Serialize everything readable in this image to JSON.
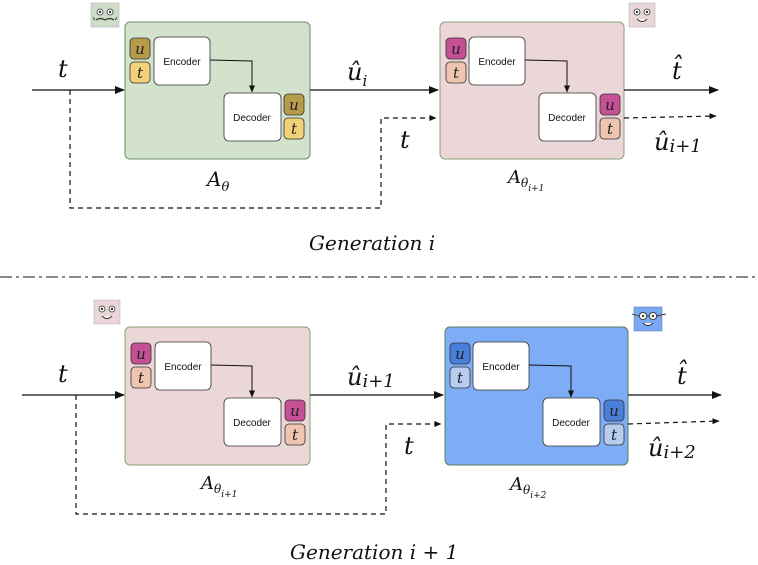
{
  "labels": {
    "encoder": "Encoder",
    "decoder": "Decoder",
    "chip_u": "u",
    "chip_t": "t"
  },
  "gen1": {
    "caption": "Generation i",
    "input_t": "t",
    "loop_t": "t",
    "mid_hat_u": "û",
    "mid_hat_u_sub": "i",
    "out_hat_t": "t̂",
    "out_hat_u": "û",
    "out_hat_u_sub": "i+1",
    "model_a": {
      "name": "A",
      "sub": "θ",
      "fill": "#d2e2cc",
      "chip_u_color": "#b79b4a",
      "chip_t_color": "#f2d277"
    },
    "model_b": {
      "name": "A",
      "sub": "θ",
      "subsub": "i+1",
      "fill": "#ebd6d8",
      "chip_u_color": "#c55095",
      "chip_t_color": "#efc4b0"
    }
  },
  "gen2": {
    "caption": "Generation i + 1",
    "input_t": "t",
    "loop_t": "t",
    "mid_hat_u": "û",
    "mid_hat_u_sub": "i+1",
    "out_hat_t": "t̂",
    "out_hat_u": "û",
    "out_hat_u_sub": "i+2",
    "model_a": {
      "name": "A",
      "sub": "θ",
      "subsub": "i+1",
      "fill": "#ebd6d8",
      "chip_u_color": "#c55095",
      "chip_t_color": "#efc4b0"
    },
    "model_b": {
      "name": "A",
      "sub": "θ",
      "subsub": "i+2",
      "fill": "#7facf6",
      "chip_u_color": "#4a7fd9",
      "chip_t_color": "#b7cdef"
    }
  },
  "colors": {
    "box_stroke_green": "#6b8f5e",
    "box_stroke_pink": "#8aa07a",
    "box_stroke_blue": "#5b7f5a",
    "face_green_bg": "#cfdcc8",
    "face_pink_bg": "#ead6d6",
    "face_blue_bg": "#7aa8f2"
  }
}
